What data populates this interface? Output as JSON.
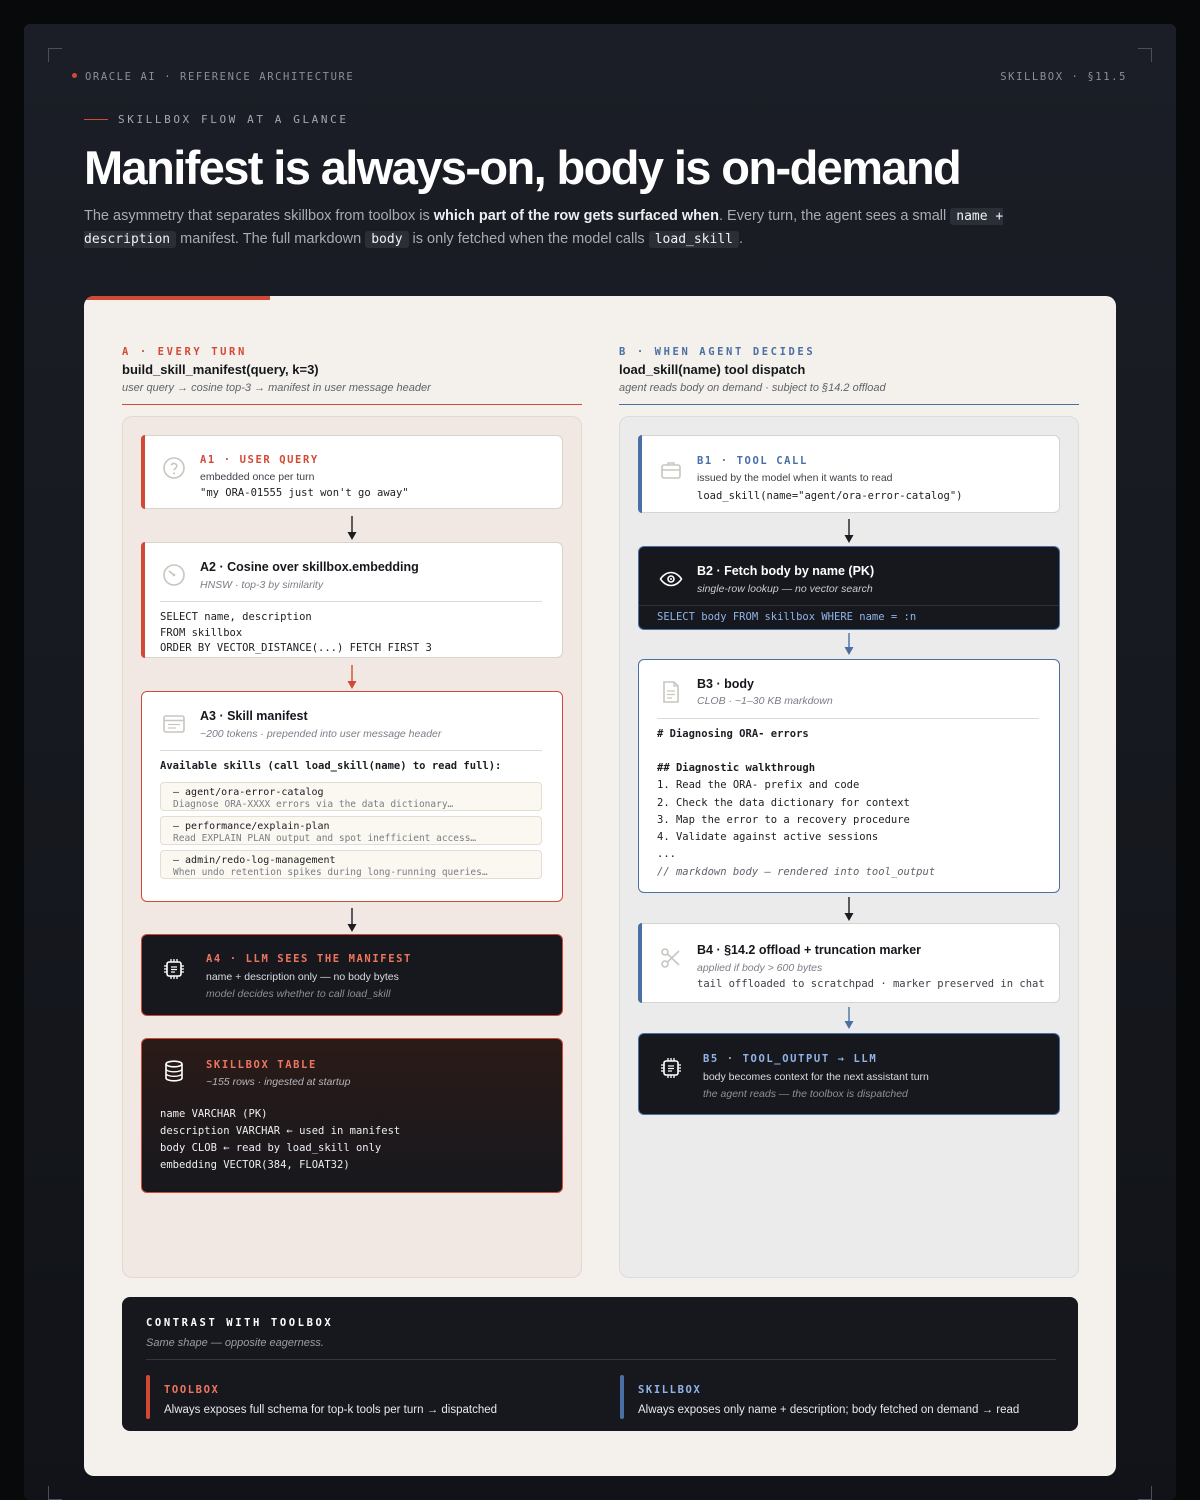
{
  "header": {
    "brand": "ORACLE AI · REFERENCE ARCHITECTURE",
    "section": "SKILLBOX · §11.5",
    "eyebrow": "SKILLBOX FLOW AT A GLANCE",
    "title": "Manifest is always-on, body is on-demand",
    "lead": {
      "p1": "The asymmetry that separates skillbox from toolbox is ",
      "p1_bold": "which part of the row gets surfaced when",
      "p2": ". Every turn, the agent sees a small ",
      "code1": "name + description",
      "p3": " manifest. The full markdown ",
      "code2": "body",
      "p4": " is only fetched when the model calls ",
      "code3": "load_skill",
      "p5": "."
    }
  },
  "colors": {
    "accent_red": "#d24a36",
    "accent_blue": "#4a6fa5",
    "dark": "#17181d",
    "card": "#f4f1ec"
  },
  "column_a": {
    "kicker": "A · EVERY TURN",
    "title": "build_skill_manifest(query, k=3)",
    "subtitle": "user query → cosine top-3 → manifest in user message header",
    "a1": {
      "icon": "question-icon",
      "label": "A1 · USER QUERY",
      "sub": "embedded once per turn",
      "code": "\"my ORA-01555 just won't go away\""
    },
    "a2": {
      "icon": "gauge-icon",
      "title": "A2 · Cosine over skillbox.embedding",
      "sub": "HNSW · top-3 by similarity",
      "code": [
        "SELECT name, description",
        "FROM skillbox",
        "ORDER BY VECTOR_DISTANCE(...) FETCH FIRST 3"
      ]
    },
    "a3": {
      "icon": "window-icon",
      "title": "A3 · Skill manifest",
      "sub": "~200 tokens · prepended into user message header",
      "heading": "Available skills (call load_skill(name) to read full):",
      "items": [
        {
          "name": "— agent/ora-error-catalog",
          "desc": "Diagnose ORA-XXXX errors via the data dictionary…"
        },
        {
          "name": "— performance/explain-plan",
          "desc": "Read EXPLAIN PLAN output and spot inefficient access…"
        },
        {
          "name": "— admin/redo-log-management",
          "desc": "When undo retention spikes during long-running queries…"
        }
      ]
    },
    "a4": {
      "icon": "chip-icon",
      "label": "A4 · LLM SEES THE MANIFEST",
      "sub": "name + description only — no body bytes",
      "note": "model decides whether to call load_skill"
    },
    "table": {
      "icon": "database-icon",
      "label": "SKILLBOX TABLE",
      "sub": "~155 rows · ingested at startup",
      "rows": [
        "name VARCHAR (PK)",
        "description VARCHAR ← used in manifest",
        "body CLOB ← read by load_skill only",
        "embedding VECTOR(384, FLOAT32)"
      ]
    }
  },
  "column_b": {
    "kicker": "B · WHEN AGENT DECIDES",
    "title": "load_skill(name) tool dispatch",
    "subtitle": "agent reads body on demand · subject to §14.2 offload",
    "b1": {
      "icon": "briefcase-icon",
      "label": "B1 · TOOL CALL",
      "sub": "issued by the model when it wants to read",
      "code": "load_skill(name=\"agent/ora-error-catalog\")"
    },
    "b2": {
      "icon": "eye-icon",
      "title": "B2 · Fetch body by name (PK)",
      "sub": "single-row lookup — no vector search",
      "code": "SELECT body FROM skillbox WHERE name = :n"
    },
    "b3": {
      "icon": "document-icon",
      "title": "B3 · body",
      "sub": "CLOB · ~1–30 KB markdown",
      "lines": [
        "# Diagnosing ORA- errors",
        "",
        "## Diagnostic walkthrough",
        "1. Read the ORA- prefix and code",
        "2. Check the data dictionary for context",
        "3. Map the error to a recovery procedure",
        "4. Validate against active sessions",
        "...",
        "// markdown body — rendered into tool_output"
      ]
    },
    "b4": {
      "icon": "scissors-icon",
      "title": "B4 · §14.2 offload + truncation marker",
      "sub": "applied if body > 600 bytes",
      "code": "tail offloaded to scratchpad · marker preserved in chat"
    },
    "b5": {
      "icon": "chip-icon",
      "label": "B5 · TOOL_OUTPUT → LLM",
      "sub": "body becomes context for the next assistant turn",
      "note": "the agent reads — the toolbox is dispatched"
    }
  },
  "contrast": {
    "kicker": "CONTRAST WITH TOOLBOX",
    "sub": "Same shape — opposite eagerness.",
    "toolbox": {
      "label": "TOOLBOX",
      "text": "Always exposes full schema for top-k tools per turn → dispatched"
    },
    "skillbox": {
      "label": "SKILLBOX",
      "text": "Always exposes only name + description; body fetched on demand → read"
    }
  }
}
